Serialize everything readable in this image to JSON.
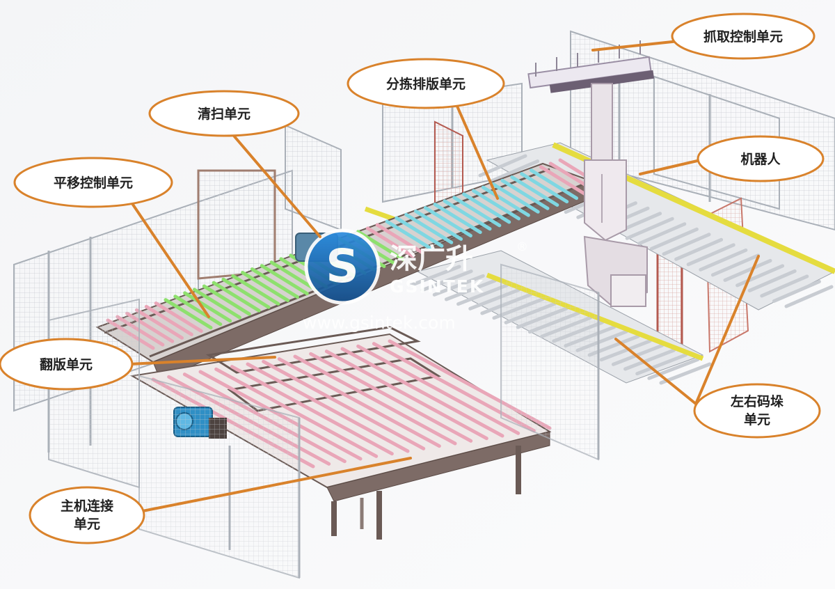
{
  "callouts": [
    {
      "id": "grab-control-unit",
      "lines": [
        "抓取控制单元"
      ]
    },
    {
      "id": "sorting-layout-unit",
      "lines": [
        "分拣排版单元"
      ]
    },
    {
      "id": "cleaning-unit",
      "lines": [
        "清扫单元"
      ]
    },
    {
      "id": "robot",
      "lines": [
        "机器人"
      ]
    },
    {
      "id": "translation-control-unit",
      "lines": [
        "平移控制单元"
      ]
    },
    {
      "id": "flip-plate-unit",
      "lines": [
        "翻版单元"
      ]
    },
    {
      "id": "left-right-stacking-unit",
      "lines": [
        "左右码垛",
        "单元"
      ]
    },
    {
      "id": "host-connection-unit",
      "lines": [
        "主机连接",
        "单元"
      ]
    }
  ],
  "watermark": {
    "logo_letter": "S",
    "brand_cn": "深广升",
    "registered_mark": "®",
    "brand_en": "GSINTEK",
    "url": "www.gsintek.com"
  },
  "colors": {
    "callout_border": "#d9822b",
    "callout_fill": "#ffffff",
    "roller_green": "#8ee06e",
    "roller_cyan": "#7fd7e2",
    "roller_pink": "#e9a6b8",
    "roller_grey": "#c8ccd2",
    "rail_yellow": "#e8e04a",
    "frame_dark": "#7a6660",
    "fence": "#b9bdc4",
    "logo_blue": "#1f6fb5"
  }
}
